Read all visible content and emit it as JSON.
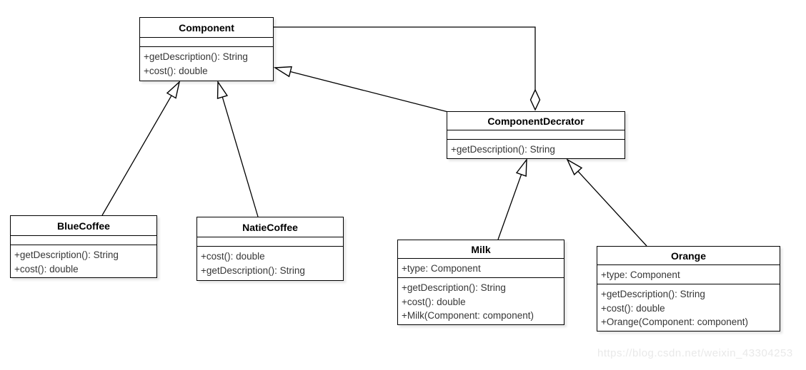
{
  "canvas": {
    "background": "#ffffff",
    "line_color": "#000000",
    "text_color": "#363636",
    "watermark_color": "#e9e9e9"
  },
  "watermark": "https://blog.csdn.net/weixin_43304253",
  "classes": [
    {
      "name": "Component",
      "attributes": [],
      "methods": [
        "+getDescription(): String",
        "+cost(): double"
      ]
    },
    {
      "name": "ComponentDecrator",
      "attributes": [],
      "methods": [
        "+getDescription(): String"
      ]
    },
    {
      "name": "BlueCoffee",
      "attributes": [],
      "methods": [
        "+getDescription(): String",
        "+cost(): double"
      ]
    },
    {
      "name": "NatieCoffee",
      "attributes": [],
      "methods": [
        "+cost(): double",
        "+getDescription(): String"
      ]
    },
    {
      "name": "Milk",
      "attributes": [
        "+type: Component"
      ],
      "methods": [
        "+getDescription(): String",
        "+cost(): double",
        "+Milk(Component: component)"
      ]
    },
    {
      "name": "Orange",
      "attributes": [
        "+type: Component"
      ],
      "methods": [
        "+getDescription(): String",
        "+cost(): double",
        "+Orange(Component: component)"
      ]
    }
  ],
  "relations": [
    {
      "type": "generalization",
      "from": "BlueCoffee",
      "to": "Component"
    },
    {
      "type": "generalization",
      "from": "NatieCoffee",
      "to": "Component"
    },
    {
      "type": "generalization",
      "from": "ComponentDecrator",
      "to": "Component"
    },
    {
      "type": "generalization",
      "from": "Milk",
      "to": "ComponentDecrator"
    },
    {
      "type": "generalization",
      "from": "Orange",
      "to": "ComponentDecrator"
    },
    {
      "type": "aggregation",
      "from": "Component",
      "to": "ComponentDecrator"
    }
  ]
}
